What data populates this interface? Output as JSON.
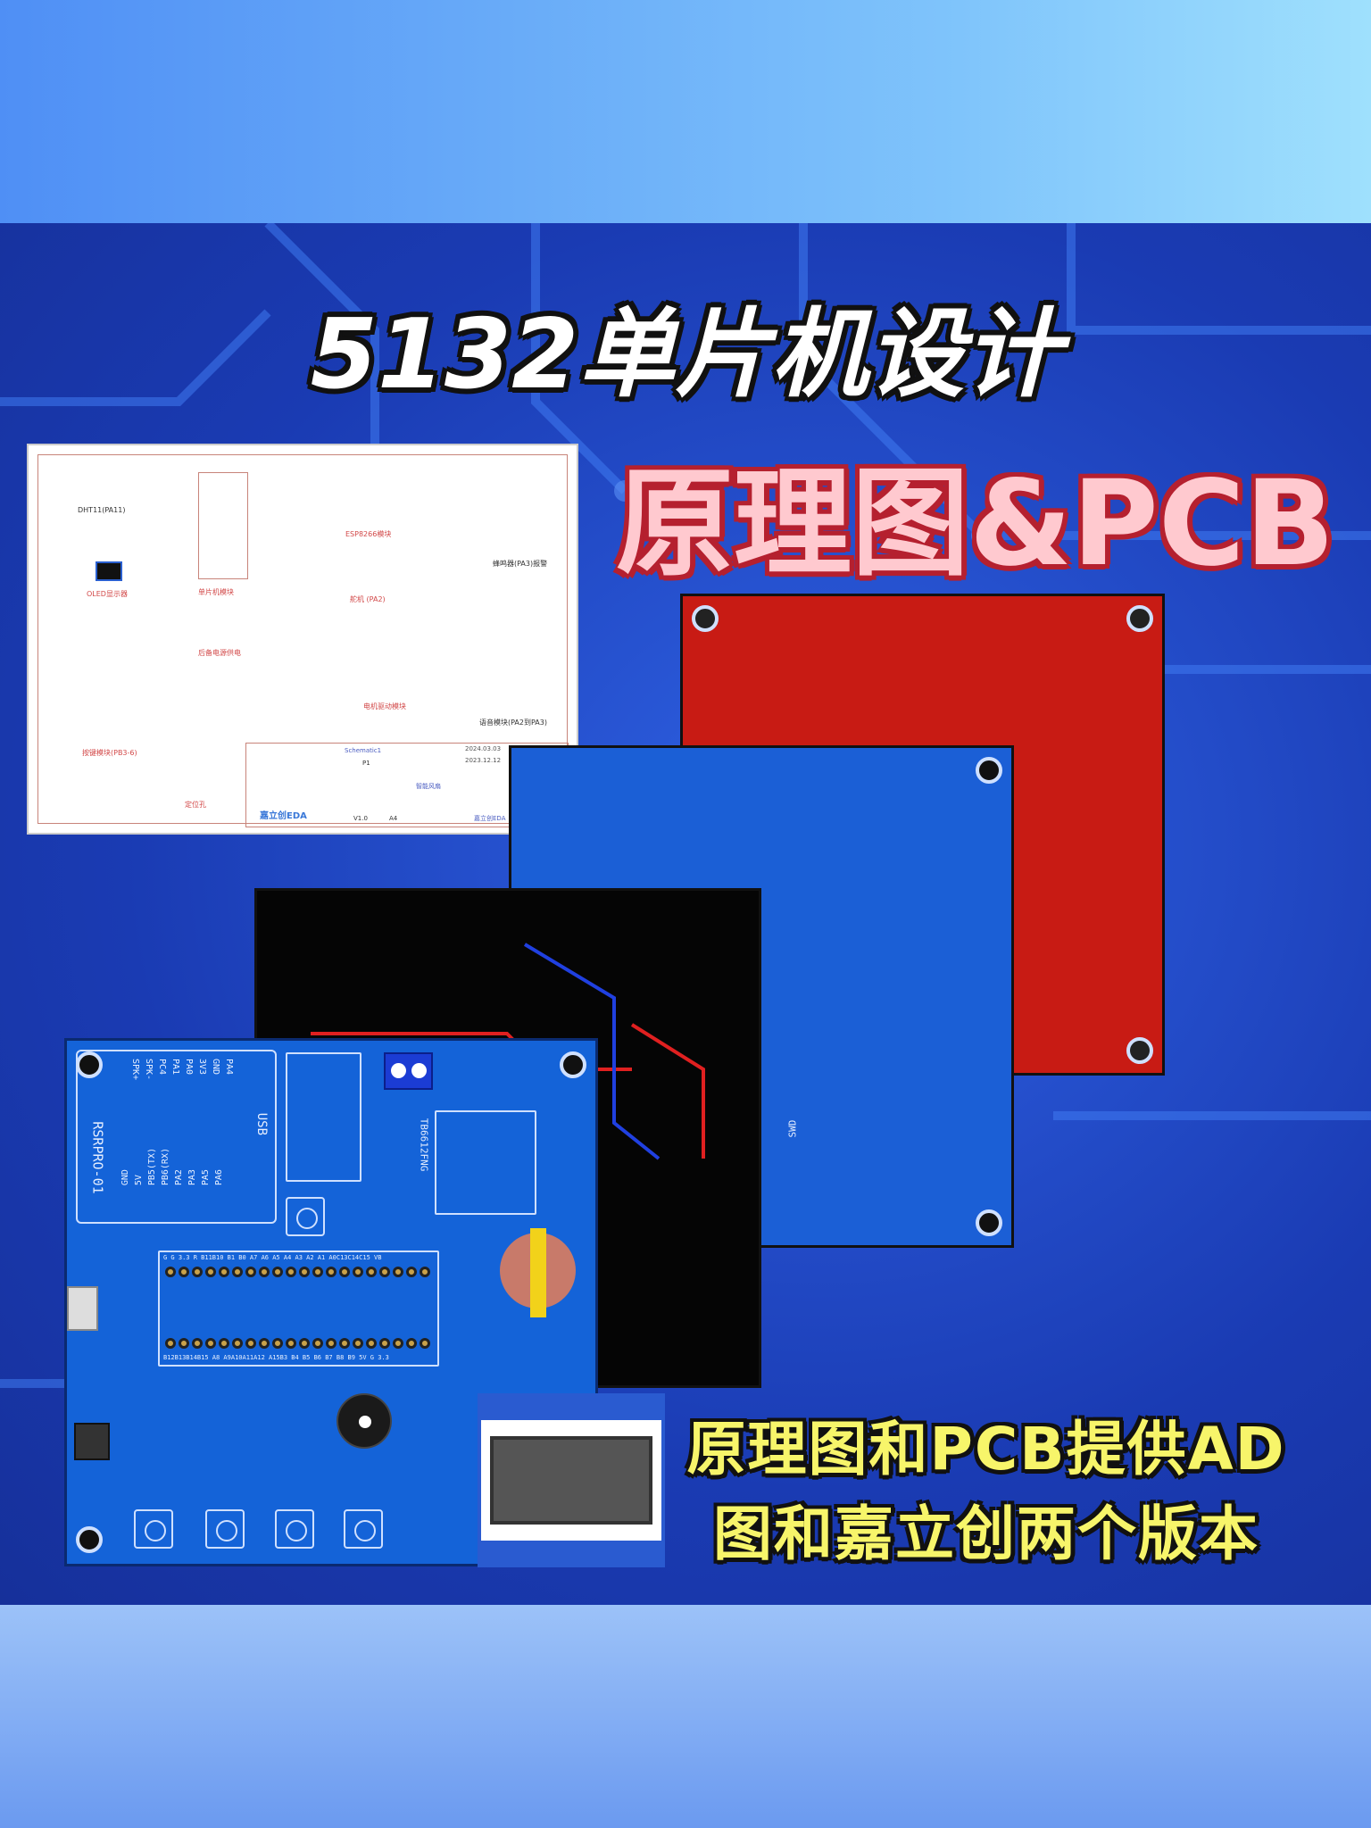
{
  "title": "5132单片机设计",
  "subtitle": "原理图&PCB",
  "footer_lines": [
    "原理图和PCB提供AD",
    "图和嘉立创两个版本"
  ],
  "schematic": {
    "labels": [
      "DHT11(PA11)",
      "OLED显示器",
      "单片机模块",
      "ESP8266模块",
      "蜂鸣器(PA3)报警",
      "舵机 (PA2)",
      "后备电源供电",
      "电机驱动模块",
      "语音模块(PA2到PA3)",
      "按键模块(PB3-6)",
      "定位孔"
    ],
    "title_block": {
      "sheet_name": "Schematic1",
      "page": "P1",
      "project": "智能风扇",
      "version": "V1.0",
      "size": "A4",
      "date_updated": "2024.03.03",
      "date_created": "2023.12.12",
      "brand": "嘉立创EDA",
      "company": "嘉立创EDA"
    }
  },
  "pcb": {
    "module_name": "RSRPRO-01",
    "top_pins": [
      "SPK+",
      "SPK-",
      "PC4",
      "PA1",
      "PA0",
      "3V3",
      "GND",
      "PA4"
    ],
    "bottom_pins": [
      "PA6",
      "PA5",
      "PA3",
      "PA2",
      "PB6(RX)",
      "PB5(TX)",
      "5V",
      "GND"
    ],
    "usb_label": "USB",
    "swd_label": "SWD",
    "driver_label": "TB6612FNG",
    "header_top": "G G 3.3 R B11B10 B1 B0 A7 A6 A5 A4 A3 A2 A1 A0C13C14C15 VB",
    "header_bottom": "B12B13B14B15 A8 A9A10A11A12 A15B3 B4 B5 B6 B7 B8 B9 5V G 3.3"
  }
}
